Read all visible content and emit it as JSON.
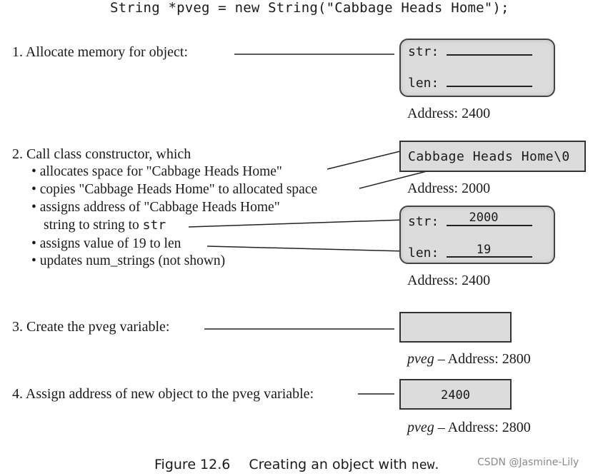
{
  "header": {
    "code": "String *pveg = new String(\"Cabbage Heads Home\");"
  },
  "step1": {
    "text": "1. Allocate memory for object:",
    "box": {
      "str_label": "str:",
      "len_label": "len:",
      "address": "Address: 2400"
    }
  },
  "step2": {
    "text": "2. Call class constructor, which",
    "bullets": {
      "b1": "• allocates space for \"Cabbage Heads Home\"",
      "b2": "• copies \"Cabbage Heads Home\" to allocated space",
      "b3a": "• assigns address of \"Cabbage Heads Home\"",
      "b3b_text": "string to string to ",
      "b3b_code": "str",
      "b4": "• assigns value of 19 to len",
      "b5": "• updates num_strings (not shown)"
    },
    "string_box": {
      "text": "Cabbage Heads Home\\0",
      "address": "Address: 2000"
    },
    "object_box": {
      "str_label": "str:",
      "str_value": "2000",
      "len_label": "len:",
      "len_value": "19",
      "address": "Address: 2400"
    }
  },
  "step3": {
    "text": "3. Create the pveg variable:",
    "address_var": "pveg",
    "address_rest": " – Address: 2800"
  },
  "step4": {
    "text": "4. Assign address of new object to the pveg variable:",
    "value": "2400",
    "address_var": "pveg",
    "address_rest": " – Address: 2800"
  },
  "caption": {
    "label": "Figure 12.6",
    "text_a": "Creating an object with ",
    "text_code": "new",
    "text_b": "."
  },
  "watermark": "CSDN @Jasmine-Lily"
}
